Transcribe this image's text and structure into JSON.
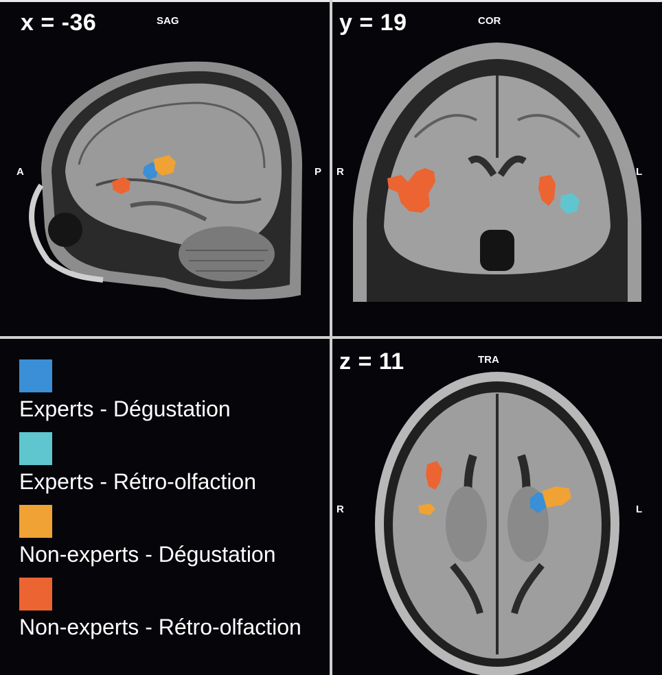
{
  "panels": {
    "sagittal": {
      "coord": "x = -36",
      "view": "SAG",
      "left": "A",
      "right": "P"
    },
    "coronal": {
      "coord": "y = 19",
      "view": "COR",
      "left": "R",
      "right": "L"
    },
    "transverse": {
      "coord": "z = 11",
      "view": "TRA",
      "left": "R",
      "right": "L"
    }
  },
  "legend": [
    {
      "label": "Experts - Dégustation",
      "color": "#3a8fd6"
    },
    {
      "label": "Experts - Rétro-olfaction",
      "color": "#5fc6d0"
    },
    {
      "label": "Non-experts - Dégustation",
      "color": "#f0a234"
    },
    {
      "label": "Non-experts - Rétro-olfaction",
      "color": "#ec6431"
    }
  ]
}
